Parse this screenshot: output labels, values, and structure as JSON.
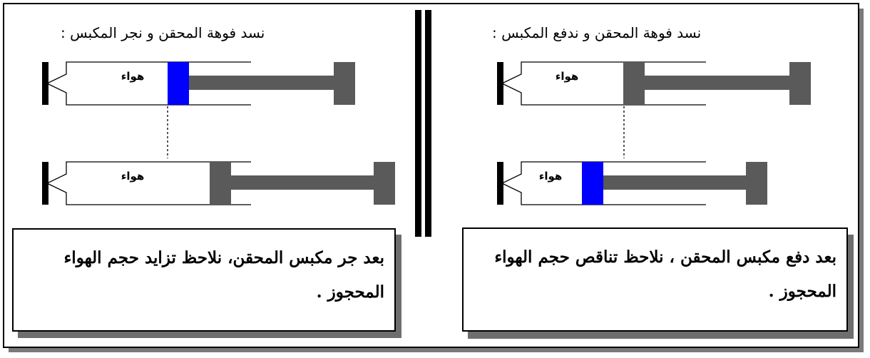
{
  "left_panel": {
    "caption": "نسد فوهة المحقن و نجر المكبس :",
    "top_syringe_label": "هواء",
    "bottom_syringe_label": "هواء",
    "conclusion": "بعد جر مكبس المحقن، نلاحظ تزايد حجم الهواء المحجوز ."
  },
  "right_panel": {
    "caption": "نسد فوهة المحقن و ندفع المكبس :",
    "top_syringe_label": "هواء",
    "bottom_syringe_label": "هواء",
    "conclusion": "بعد دفع مكبس المحقن ، نلاحظ تناقص حجم الهواء المحجوز ."
  },
  "colors": {
    "plunger_start": "#0000ff",
    "plunger_rod": "#5a5a5a",
    "outline": "#000000"
  }
}
